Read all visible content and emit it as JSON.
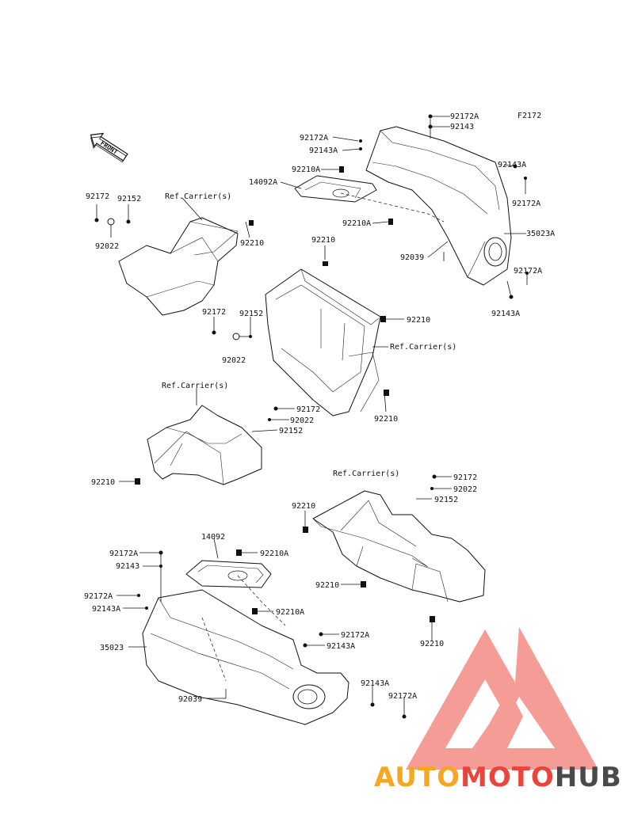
{
  "figure_code": "F2172",
  "front_arrow_text": "FRONT",
  "colors": {
    "logo_orange": "#f5a623",
    "logo_red": "#e8453c",
    "logo_gray": "#4a4a4a",
    "logo_triangle": "#f26b6b"
  },
  "labels": {
    "l_92172A_top": "92172A",
    "l_92143_top": "92143",
    "l_92172A_1": "92172A",
    "l_92143A_1": "92143A",
    "l_92210A_1": "92210A",
    "l_14092A": "14092A",
    "l_92210A_2": "92210A",
    "l_92143A_r": "92143A",
    "l_92172A_r": "92172A",
    "l_35023A": "35023A",
    "l_92039_top": "92039",
    "l_92172A_r2": "92172A",
    "l_92143A_r2": "92143A",
    "l_92172_a": "92172",
    "l_92152_a": "92152",
    "l_refcarrier_1": "Ref.Carrier(s)",
    "l_92022_a": "92022",
    "l_92210_a": "92210",
    "l_92210_b": "92210",
    "l_92210_c": "92210",
    "l_92172_b": "92172",
    "l_92152_b": "92152",
    "l_92022_b": "92022",
    "l_refcarrier_2": "Ref.Carrier(s)",
    "l_92210_d": "92210",
    "l_refcarrier_3": "Ref.Carrier(s)",
    "l_92172_c": "92172",
    "l_92022_c": "92022",
    "l_92152_c": "92152",
    "l_92210_e": "92210",
    "l_refcarrier_4": "Ref.Carrier(s)",
    "l_92172_d": "92172",
    "l_92022_d": "92022",
    "l_92152_d": "92152",
    "l_92210_f": "92210",
    "l_92210_g": "92210",
    "l_92210_h": "92210",
    "l_14092": "14092",
    "l_92172A_b1": "92172A",
    "l_92143_b": "92143",
    "l_92210A_b": "92210A",
    "l_92172A_b2": "92172A",
    "l_92143A_b1": "92143A",
    "l_92210A_b2": "92210A",
    "l_35023": "35023",
    "l_92172A_b3": "92172A",
    "l_92143A_b2": "92143A",
    "l_92143A_b3": "92143A",
    "l_92172A_b4": "92172A",
    "l_92039_b": "92039"
  },
  "logo": {
    "part1": "AUTO",
    "part2": "MOTO",
    "part3": "HUB"
  }
}
